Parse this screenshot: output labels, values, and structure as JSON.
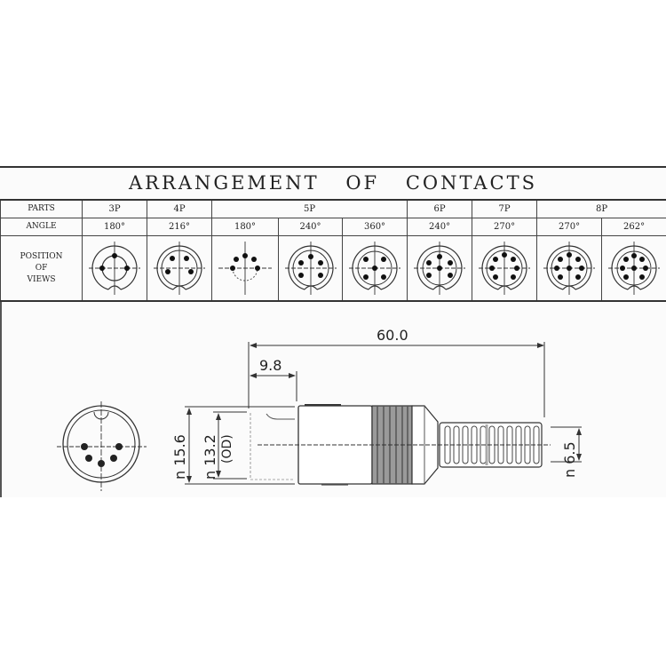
{
  "title": {
    "words": [
      "ARRANGEMENT",
      "OF",
      "CONTACTS"
    ]
  },
  "table": {
    "row_labels": {
      "parts": "PARTS",
      "angle": "ANGLE",
      "views": [
        "POSITION",
        "OF",
        "VIEWS"
      ]
    },
    "parts": [
      {
        "label": "3P",
        "span": 1
      },
      {
        "label": "4P",
        "span": 1
      },
      {
        "label": "5P",
        "span": 3
      },
      {
        "label": "6P",
        "span": 1
      },
      {
        "label": "7P",
        "span": 1
      },
      {
        "label": "8P",
        "span": 2
      }
    ],
    "angles": [
      "180°",
      "216°",
      "180°",
      "240°",
      "360°",
      "240°",
      "270°",
      "270°",
      "262°"
    ],
    "views": [
      {
        "pins": 3,
        "icon": "3-pin-180-layout-icon"
      },
      {
        "pins": 4,
        "icon": "4-pin-216-layout-icon"
      },
      {
        "pins": 5,
        "icon": "5-pin-180-layout-icon"
      },
      {
        "pins": 5,
        "icon": "5-pin-240-layout-icon"
      },
      {
        "pins": 5,
        "icon": "5-pin-360-layout-icon"
      },
      {
        "pins": 6,
        "icon": "6-pin-240-layout-icon"
      },
      {
        "pins": 7,
        "icon": "7-pin-270-layout-icon"
      },
      {
        "pins": 8,
        "icon": "8-pin-270-layout-icon"
      },
      {
        "pins": 8,
        "icon": "8-pin-262-layout-icon"
      }
    ]
  },
  "drawing": {
    "dimensions": {
      "overall_length": "60.0",
      "front_length": "9.8",
      "body_diameter": "15.6",
      "plug_od": "13.2",
      "od_label": "(OD)",
      "cable_diameter": "6.5"
    },
    "prefix_symbol": "n"
  },
  "colors": {
    "ink": "#222222",
    "paper": "#fbfbfb",
    "shading": "#888888"
  }
}
